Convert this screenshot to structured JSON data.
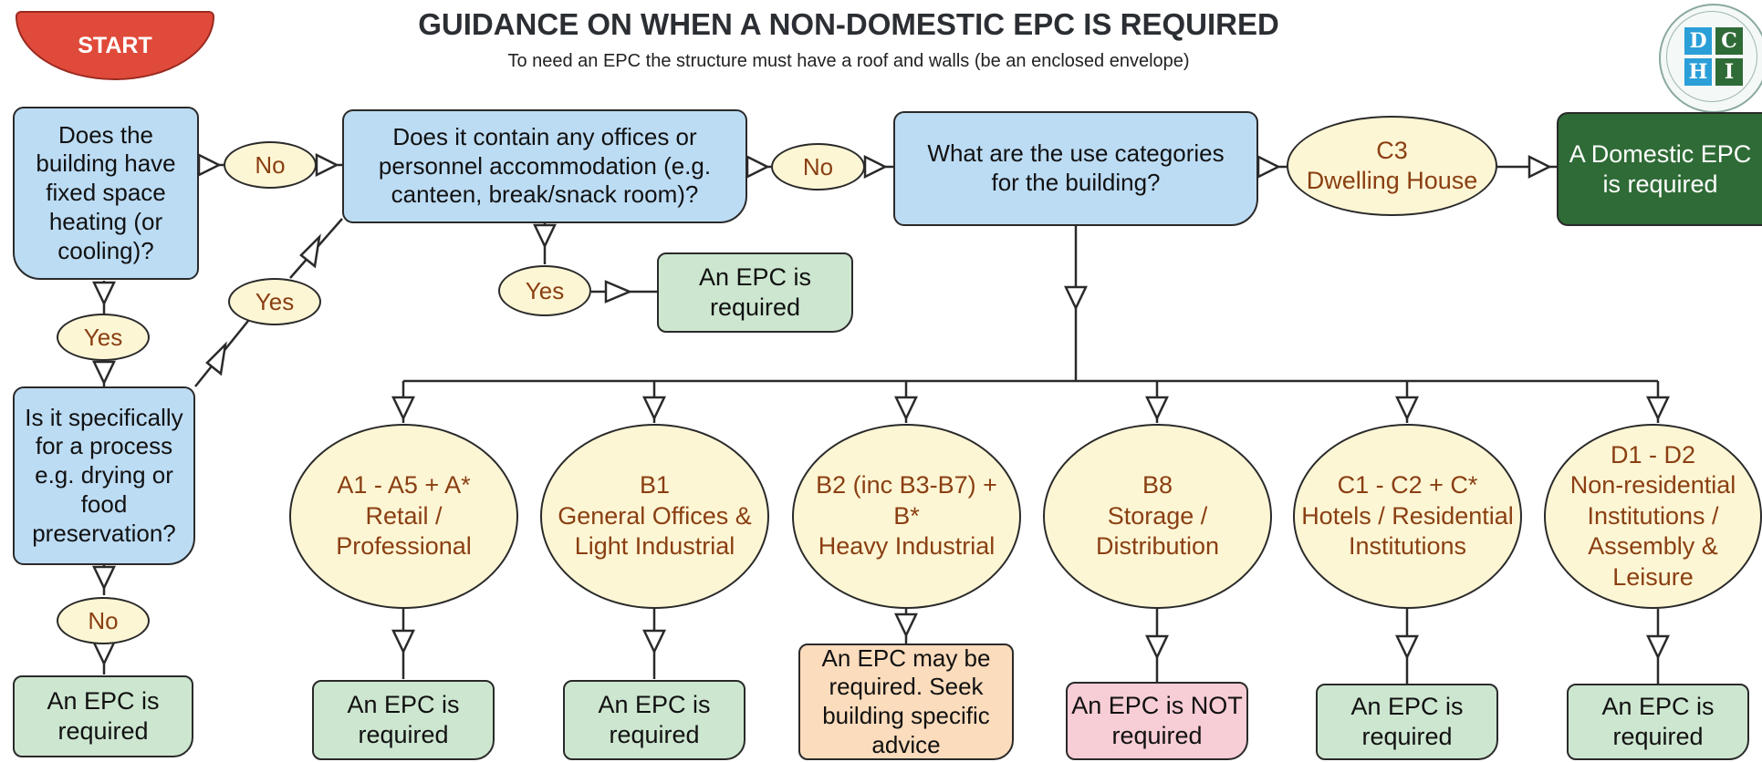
{
  "header": {
    "start": "START",
    "title": "GUIDANCE ON WHEN A NON-DOMESTIC EPC IS REQUIRED",
    "subtitle": "To need an EPC the structure must have a roof and walls (be an enclosed envelope)"
  },
  "logo": {
    "letters": [
      "D",
      "C",
      "H",
      "I"
    ],
    "colors": [
      "#2a9fd8",
      "#2f6b36",
      "#2a9fd8",
      "#2f6b36"
    ]
  },
  "questions": {
    "q1": "Does the building have fixed space heating (or cooling)?",
    "q2": "Does it contain any offices or personnel accommodation (e.g. canteen, break/snack room)?",
    "q3": "What are the use categories for the building?",
    "q4": "Is it specifically for a process e.g. drying or food preservation?"
  },
  "answers": {
    "q1_no": "No",
    "q1_yes": "Yes",
    "q4_yes": "Yes",
    "q4_no": "No",
    "q2_no": "No",
    "q2_yes": "Yes"
  },
  "dwelling": {
    "code": "C3",
    "name": "Dwelling House",
    "result": "A Domestic EPC is required"
  },
  "categories": [
    {
      "code": "A1 - A5 + A*",
      "name": "Retail / Professional",
      "result": "An EPC is required",
      "result_style": "green"
    },
    {
      "code": "B1",
      "name": "General Offices & Light Industrial",
      "result": "An EPC is required",
      "result_style": "green"
    },
    {
      "code": "B2 (inc B3-B7) + B*",
      "name": "Heavy Industrial",
      "result": "An EPC may be required. Seek building specific advice",
      "result_style": "peach"
    },
    {
      "code": "B8",
      "name": "Storage / Distribution",
      "result": "An EPC is NOT required",
      "result_style": "pink"
    },
    {
      "code": "C1 - C2 + C*",
      "name": "Hotels / Residential Institutions",
      "result": "An EPC is required",
      "result_style": "green"
    },
    {
      "code": "D1 - D2",
      "name": "Non-residential Institutions / Assembly & Leisure",
      "result": "An EPC is required",
      "result_style": "green"
    }
  ],
  "outcomes": {
    "q2_yes_result": "An EPC is required",
    "q4_no_result": "An EPC is required"
  }
}
